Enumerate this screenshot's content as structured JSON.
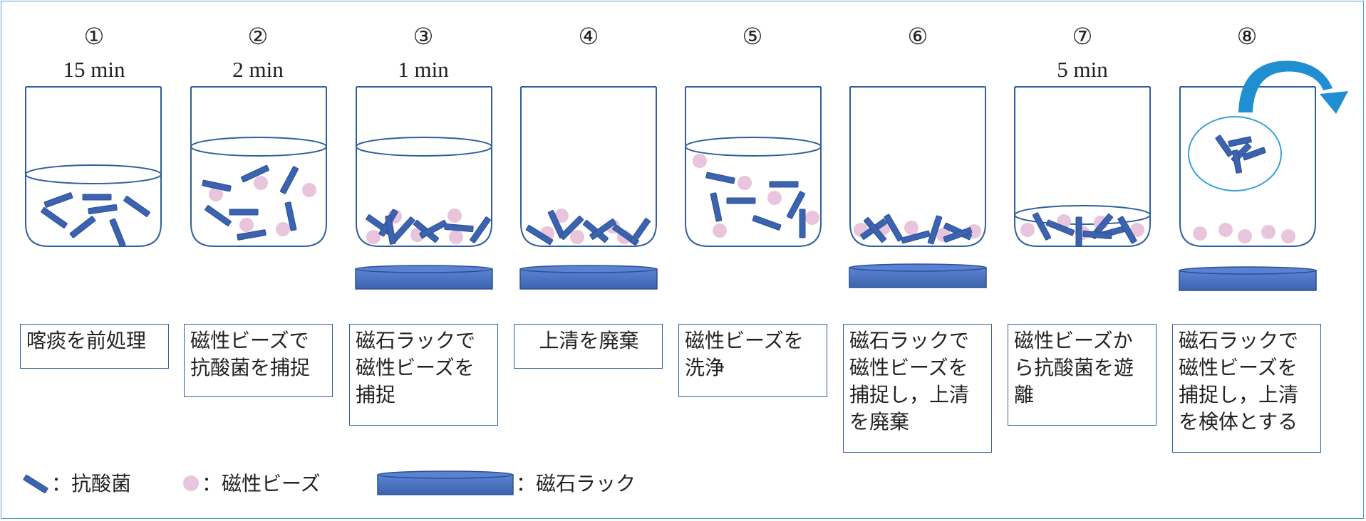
{
  "steps": [
    {
      "num": "①",
      "time": "15 min",
      "label": "喀痰を前処理"
    },
    {
      "num": "②",
      "time": "2 min",
      "label": "磁性ビーズで\n抗酸菌を捕捉"
    },
    {
      "num": "③",
      "time": "1 min",
      "label": "磁石ラックで\n磁性ビーズを\n捕捉"
    },
    {
      "num": "④",
      "time": "",
      "label": "上清を廃棄"
    },
    {
      "num": "⑤",
      "time": "",
      "label": "磁性ビーズを\n洗浄"
    },
    {
      "num": "⑥",
      "time": "",
      "label": "磁石ラックで\n磁性ビーズを\n捕捉し，上清\nを廃棄"
    },
    {
      "num": "⑦",
      "time": "5 min",
      "label": "磁性ビーズか\nら抗酸菌を遊\n離"
    },
    {
      "num": "⑧",
      "time": "",
      "label": "磁石ラックで\n磁性ビーズを\n捕捉し，上清\nを検体とする"
    }
  ],
  "legend": {
    "bacteria": "：抗酸菌",
    "beads": "：磁性ビーズ",
    "rack": "：磁石ラック"
  },
  "colors": {
    "bacteria": "#3b63b0",
    "bead": "#e8c4dd",
    "rack_fill": "#4a72c4",
    "rack_stroke": "#2c4f94",
    "beaker_stroke": "#2f5f9e",
    "arrow": "#1f8fd1",
    "circle": "#3a9fd8"
  }
}
